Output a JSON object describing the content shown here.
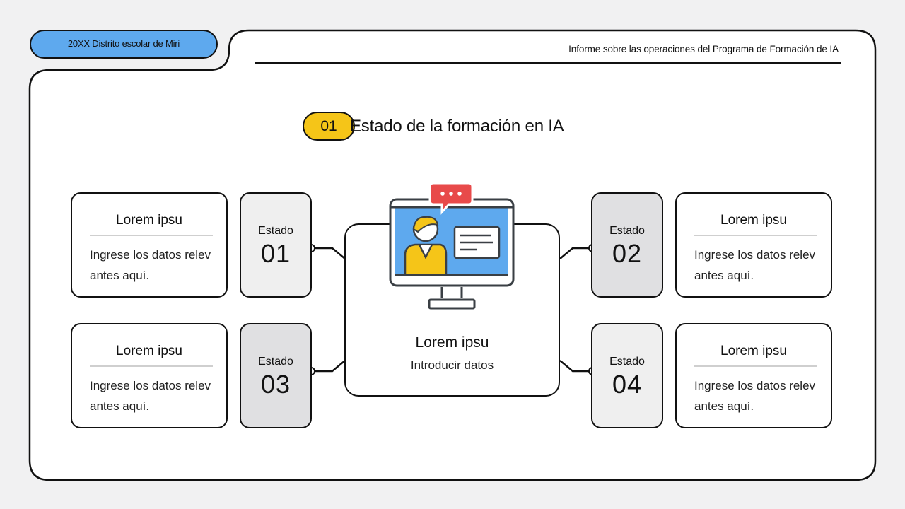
{
  "header": {
    "tag": "20XX Distrito escolar de Miri",
    "report_title": "Informe sobre las operaciones del Programa de Formación de IA"
  },
  "section": {
    "number": "01",
    "title": "Estado de la formación en IA"
  },
  "center": {
    "title": "Lorem ipsu",
    "subtitle": "Introducir datos",
    "icon": "online-training-monitor-icon"
  },
  "cards": [
    {
      "title": "Lorem ipsu",
      "body": "Ingrese los datos relev antes aquí."
    },
    {
      "title": "Lorem ipsu",
      "body": "Ingrese los datos relev antes aquí."
    },
    {
      "title": "Lorem ipsu",
      "body": "Ingrese los datos relev antes aquí."
    },
    {
      "title": "Lorem ipsu",
      "body": "Ingrese los datos relev antes aquí."
    }
  ],
  "statuses": [
    {
      "label": "Estado",
      "number": "01"
    },
    {
      "label": "Estado",
      "number": "02"
    },
    {
      "label": "Estado",
      "number": "03"
    },
    {
      "label": "Estado",
      "number": "04"
    }
  ],
  "colors": {
    "accent_blue": "#5ea9ee",
    "accent_yellow": "#f5c518",
    "accent_red": "#e84a4a"
  }
}
